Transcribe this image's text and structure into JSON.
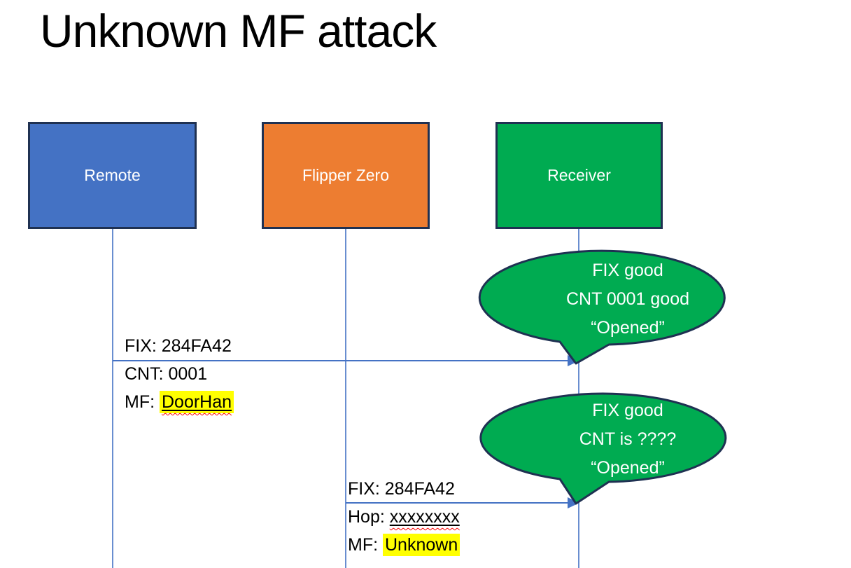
{
  "slide": {
    "title": "Unknown MF attack"
  },
  "colors": {
    "remote_fill": "#4472C4",
    "flipper_fill": "#ED7D31",
    "receiver_fill": "#00AB51",
    "shape_border": "#1F3152",
    "connector_blue": "#4472C4",
    "highlight_yellow": "#FFFF00",
    "spellcheck_red": "#FF0000",
    "text_black": "#000000",
    "text_white": "#FFFFFF"
  },
  "actors": {
    "remote": "Remote",
    "flipper": "Flipper Zero",
    "receiver": "Receiver"
  },
  "message1": {
    "line1": "FIX: 284FA42",
    "line2": "CNT: 0001",
    "line3_prefix": "MF: ",
    "line3_value": "DoorHan"
  },
  "message2": {
    "line1": "FIX: 284FA42",
    "line2_prefix": "Hop: ",
    "line2_value": "xxxxxxxx",
    "line3_prefix": "MF: ",
    "line3_value": "Unknown"
  },
  "callout1": {
    "line1": "FIX good",
    "line2": "CNT 0001 good",
    "line3": "“Opened”"
  },
  "callout2": {
    "line1": "FIX good",
    "line2": "CNT is ????",
    "line3": "“Opened”"
  }
}
